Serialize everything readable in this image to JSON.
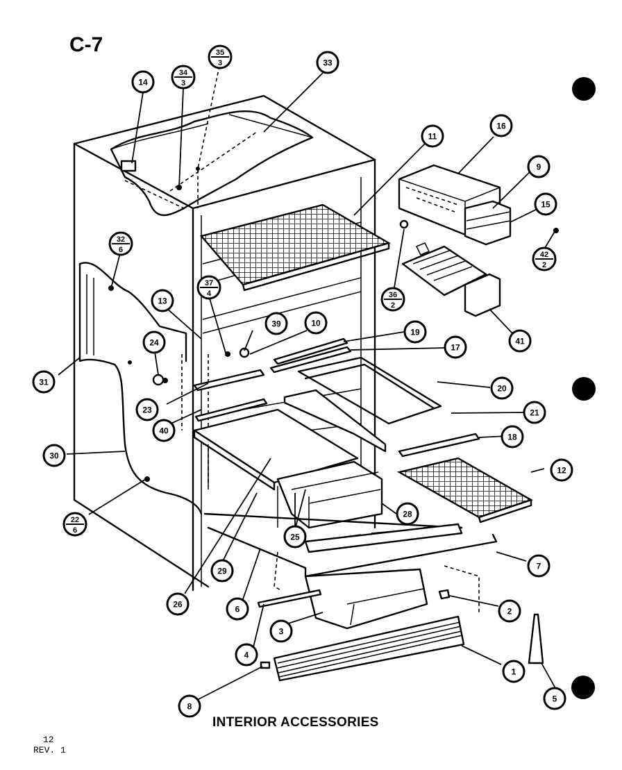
{
  "header": {
    "page_code": "C-7"
  },
  "footer": {
    "title": "INTERIOR ACCESSORIES",
    "sheet_number": "12",
    "revision": "REV. 1"
  },
  "callouts": [
    {
      "id": "c1",
      "label": "1"
    },
    {
      "id": "c2",
      "label": "2"
    },
    {
      "id": "c3",
      "label": "3"
    },
    {
      "id": "c4",
      "label": "4"
    },
    {
      "id": "c5",
      "label": "5"
    },
    {
      "id": "c6",
      "label": "6"
    },
    {
      "id": "c7",
      "label": "7"
    },
    {
      "id": "c8",
      "label": "8"
    },
    {
      "id": "c9",
      "label": "9"
    },
    {
      "id": "c10",
      "label": "10"
    },
    {
      "id": "c11",
      "label": "11"
    },
    {
      "id": "c12",
      "label": "12"
    },
    {
      "id": "c13",
      "label": "13"
    },
    {
      "id": "c14",
      "label": "14"
    },
    {
      "id": "c15",
      "label": "15"
    },
    {
      "id": "c16",
      "label": "16"
    },
    {
      "id": "c17",
      "label": "17"
    },
    {
      "id": "c18",
      "label": "18"
    },
    {
      "id": "c19",
      "label": "19"
    },
    {
      "id": "c20",
      "label": "20"
    },
    {
      "id": "c21",
      "label": "21"
    },
    {
      "id": "c23",
      "label": "23"
    },
    {
      "id": "c24",
      "label": "24"
    },
    {
      "id": "c25",
      "label": "25"
    },
    {
      "id": "c26",
      "label": "26"
    },
    {
      "id": "c28",
      "label": "28"
    },
    {
      "id": "c29",
      "label": "29"
    },
    {
      "id": "c30",
      "label": "30"
    },
    {
      "id": "c31",
      "label": "31"
    },
    {
      "id": "c33",
      "label": "33"
    },
    {
      "id": "c39",
      "label": "39"
    },
    {
      "id": "c40",
      "label": "40"
    },
    {
      "id": "c41",
      "label": "41"
    }
  ],
  "fraction_callouts": [
    {
      "id": "f34",
      "top": "34",
      "bottom": "3"
    },
    {
      "id": "f35",
      "top": "35",
      "bottom": "3"
    },
    {
      "id": "f32",
      "top": "32",
      "bottom": "6"
    },
    {
      "id": "f37",
      "top": "37",
      "bottom": "4"
    },
    {
      "id": "f36",
      "top": "36",
      "bottom": "2"
    },
    {
      "id": "f42",
      "top": "42",
      "bottom": "2"
    },
    {
      "id": "f22",
      "top": "22",
      "bottom": "6"
    }
  ]
}
